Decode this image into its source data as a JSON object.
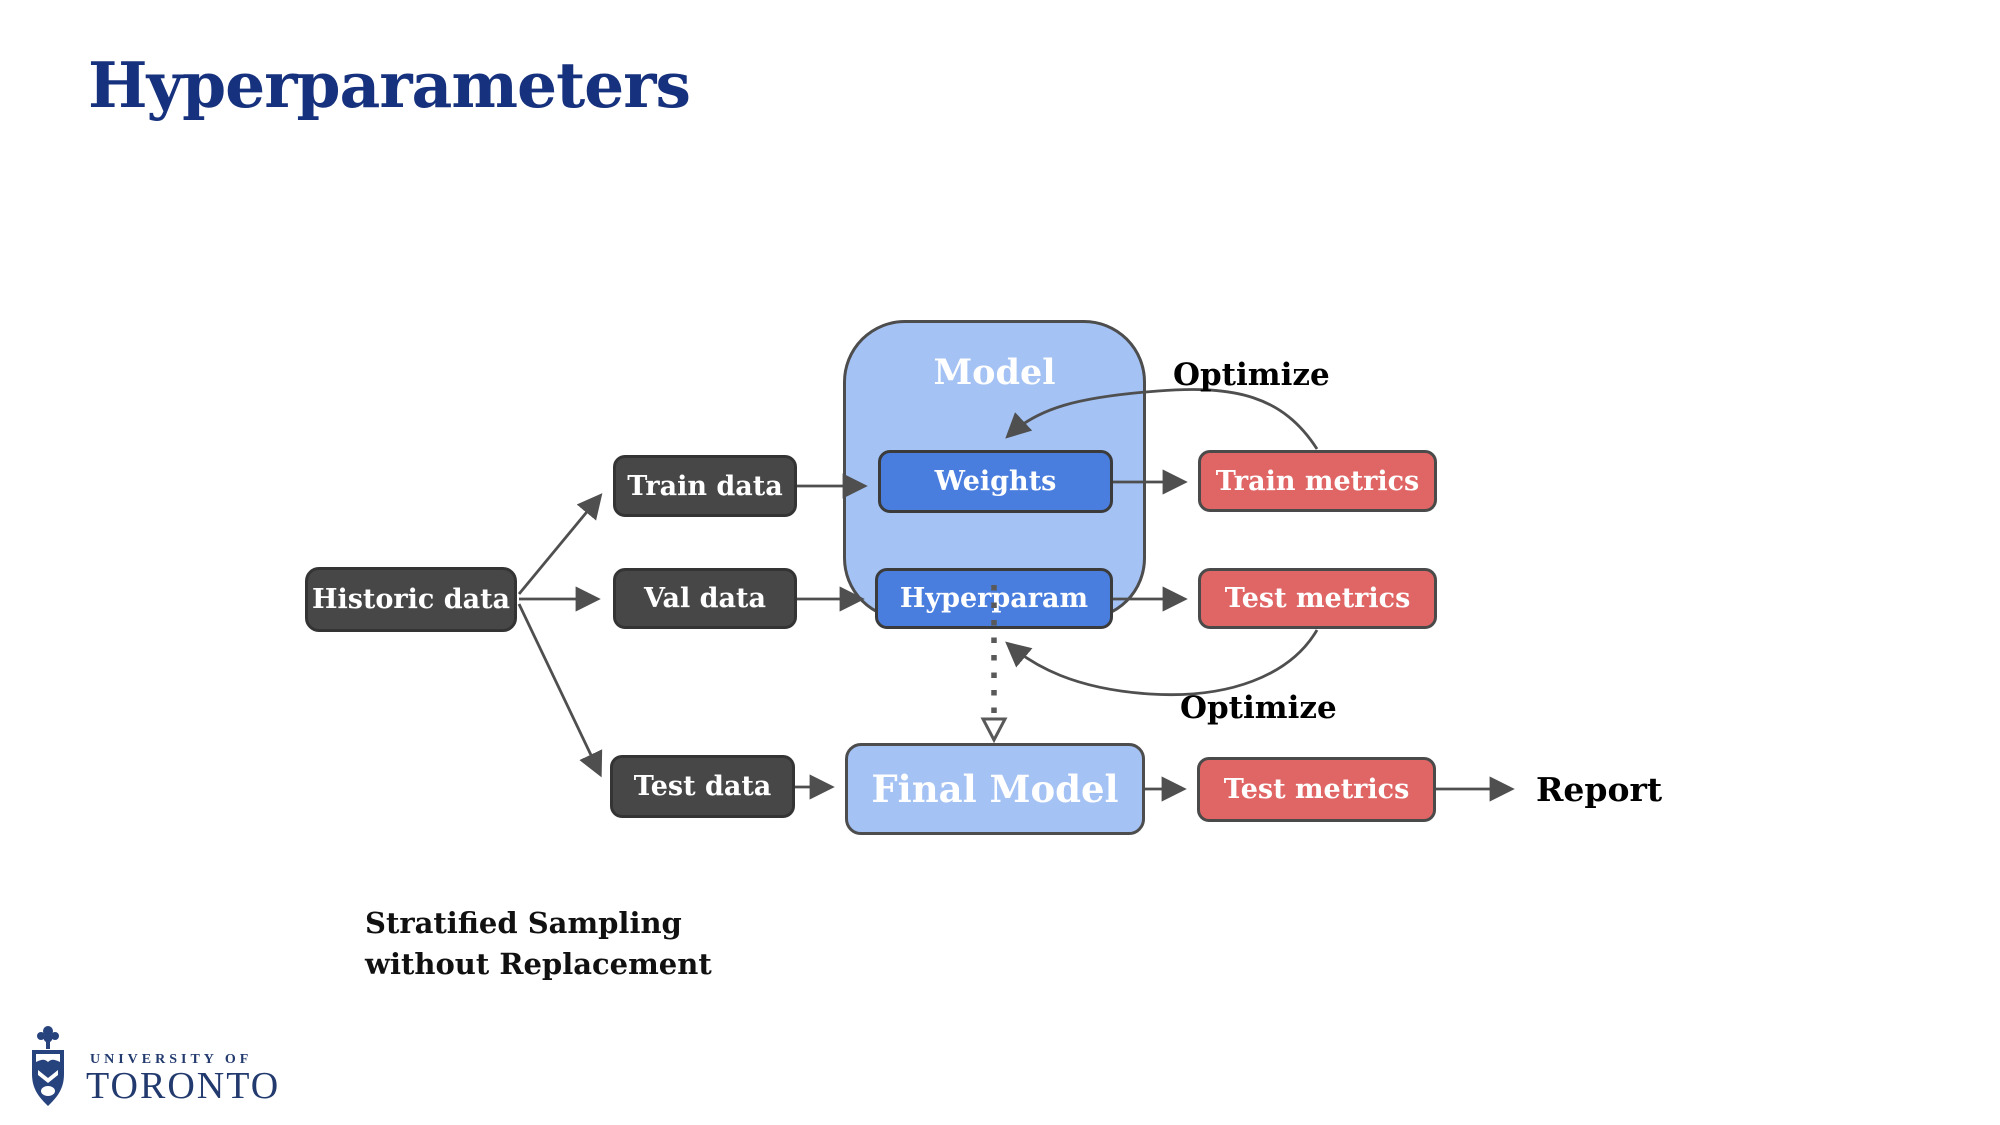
{
  "slide": {
    "title": "Hyperparameters",
    "title_color": "#16317d",
    "background_color": "#ffffff"
  },
  "diagram": {
    "nodes": {
      "historic": {
        "label": "Historic data",
        "color": "#474747"
      },
      "train_data": {
        "label": "Train data",
        "color": "#474747"
      },
      "val_data": {
        "label": "Val data",
        "color": "#474747"
      },
      "test_data": {
        "label": "Test data",
        "color": "#474747"
      },
      "model": {
        "label": "Model",
        "color": "#a4c2f4"
      },
      "weights": {
        "label": "Weights",
        "color": "#4a7ede"
      },
      "hyperparam": {
        "label": "Hyperparam",
        "color": "#4a7ede"
      },
      "train_metrics": {
        "label": "Train metrics",
        "color": "#e06666"
      },
      "test_metrics_val": {
        "label": "Test metrics",
        "color": "#e06666"
      },
      "final_model": {
        "label": "Final Model",
        "color": "#a4c2f4"
      },
      "test_metrics_final": {
        "label": "Test metrics",
        "color": "#e06666"
      }
    },
    "labels": {
      "optimize_top": "Optimize",
      "optimize_bottom": "Optimize",
      "report": "Report"
    },
    "colors": {
      "arrow": "#4f4f4f",
      "node_text": "#ffffff",
      "dark_node": "#474747",
      "blue_node": "#4a7ede",
      "light_blue_node": "#a4c2f4",
      "red_node": "#e06666"
    }
  },
  "annotation": {
    "line1": "Stratified Sampling",
    "line2": "without Replacement"
  },
  "logo": {
    "line1": "UNIVERSITY OF",
    "line2": "TORONTO",
    "color": "#223a6e"
  }
}
